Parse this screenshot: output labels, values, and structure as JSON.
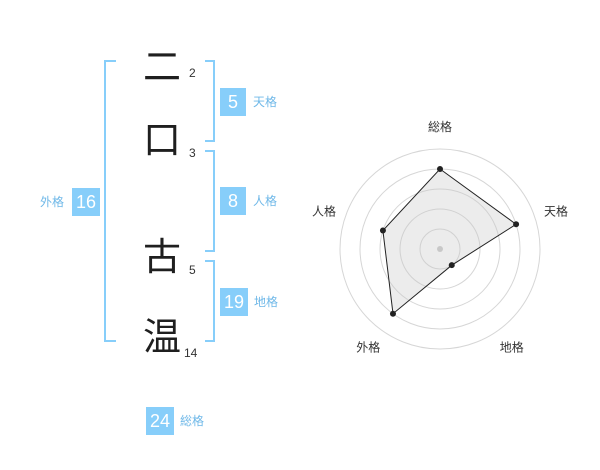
{
  "name": {
    "chars": [
      {
        "char": "二",
        "strokes": "2"
      },
      {
        "char": "口",
        "strokes": "3"
      },
      {
        "char": "古",
        "strokes": "5"
      },
      {
        "char": "温",
        "strokes": "14"
      }
    ]
  },
  "kaku": {
    "tenkaku": {
      "value": "5",
      "label": "天格"
    },
    "jinkaku": {
      "value": "8",
      "label": "人格"
    },
    "chikaku": {
      "value": "19",
      "label": "地格"
    },
    "gaikaku": {
      "value": "16",
      "label": "外格"
    },
    "soukaku": {
      "value": "24",
      "label": "総格"
    }
  },
  "colors": {
    "accent": "#87cefa",
    "label": "#6fb8e8"
  },
  "chart_data": {
    "type": "radar",
    "axes": [
      "総格",
      "天格",
      "地格",
      "外格",
      "人格"
    ],
    "values": [
      4,
      4,
      1,
      4,
      3
    ],
    "max": 5,
    "grid": "concentric circles"
  }
}
